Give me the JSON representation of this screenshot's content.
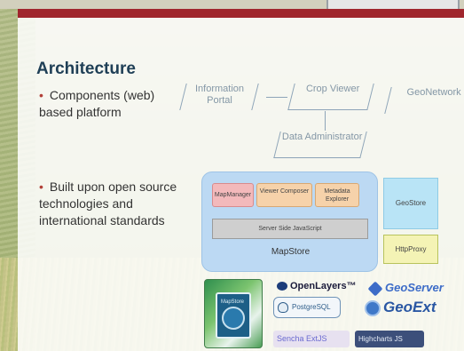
{
  "slide": {
    "title": "Architecture",
    "bullets": [
      "Components (web) based platform",
      "Built upon open source technologies and international standards"
    ]
  },
  "diagram": {
    "information_portal": "Information Portal",
    "crop_viewer": "Crop Viewer",
    "geonetwork": "GeoNetwork",
    "data_administrator": "Data Administrator",
    "mapstore": {
      "modules": [
        "MapManager",
        "Viewer Composer",
        "Metadata Explorer"
      ],
      "server_side": "Server Side JavaScript",
      "label": "MapStore"
    },
    "geostore": "GeoStore",
    "httpproxy": "HttpProxy"
  },
  "logos": {
    "openlayers": "OpenLayers™",
    "geoserver": "GeoServer",
    "postgis": "PostgreSQL",
    "geoext": "GeoExt",
    "sencha": "Sencha ExtJS",
    "highcharts": "Highcharts JS",
    "mapstore_box": "MapStore"
  },
  "colors": {
    "accent_bar": "#a0262d",
    "title": "#1f3f56",
    "mapstore_bg": "#bcd9f3",
    "geostore_bg": "#b9e4f6",
    "httpproxy_bg": "#f4f3b5"
  }
}
